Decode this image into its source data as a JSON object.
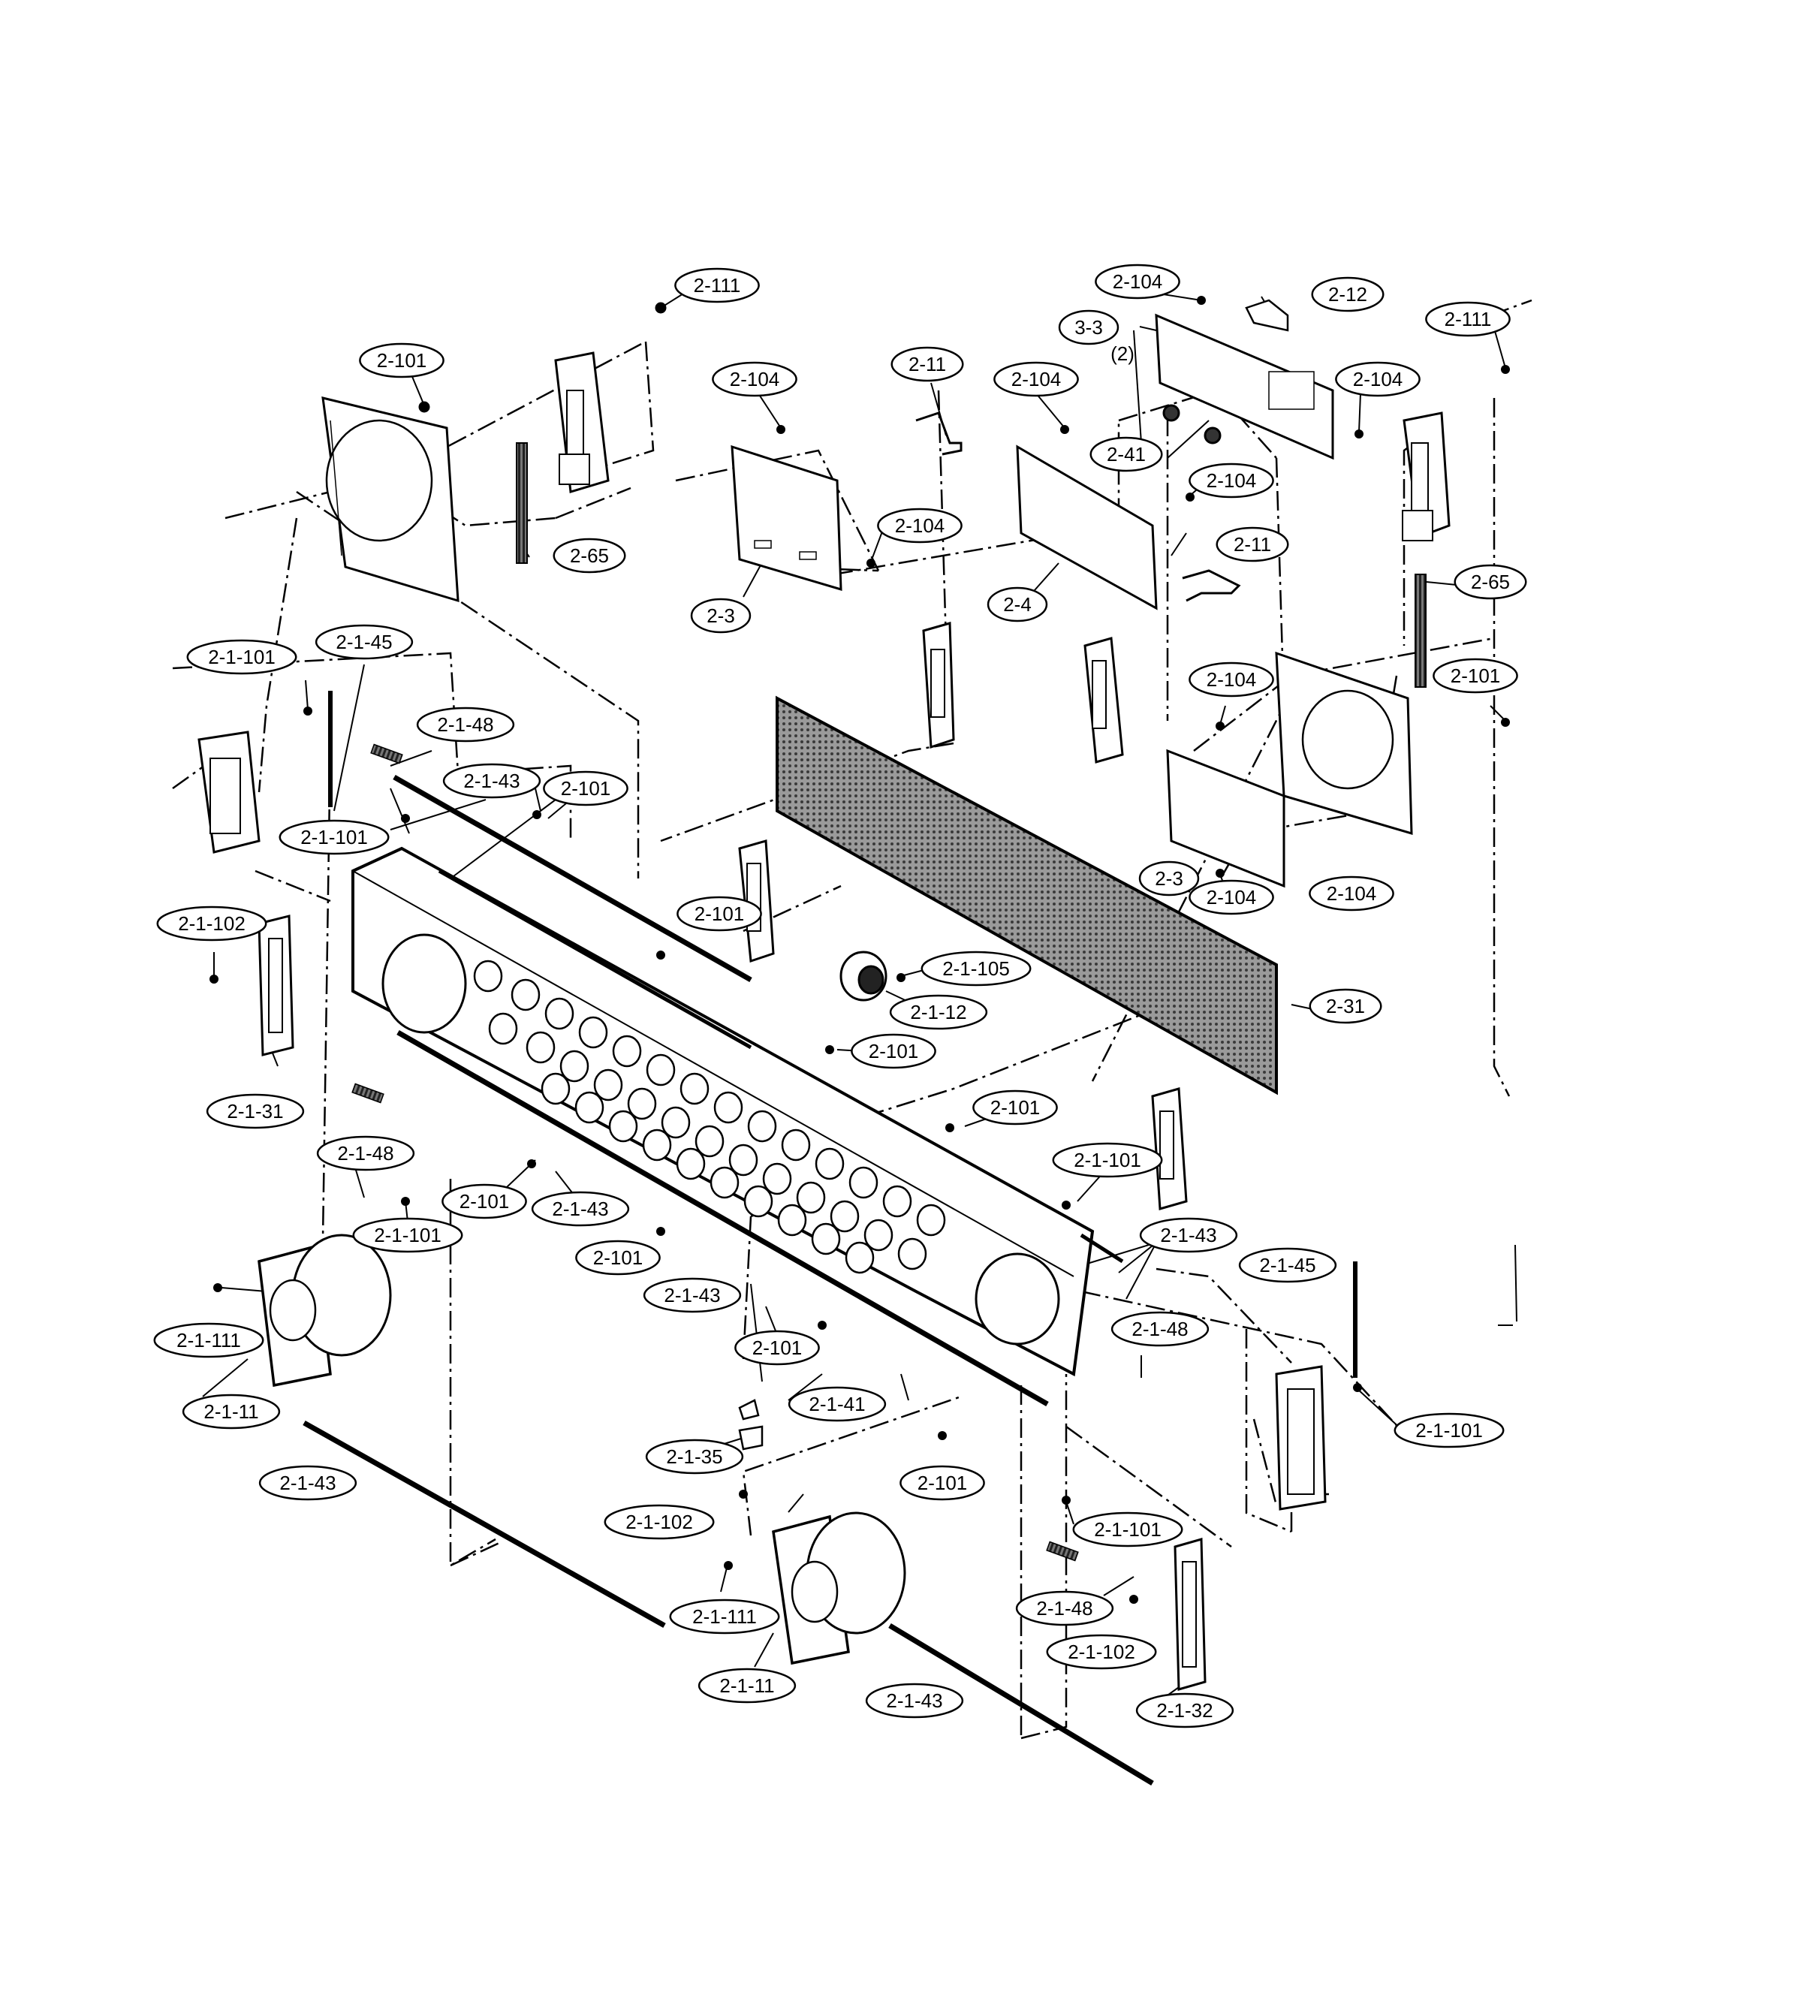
{
  "diagram": {
    "callouts": [
      {
        "id": "c1",
        "label": "2-111"
      },
      {
        "id": "c2",
        "label": "2-101"
      },
      {
        "id": "c3",
        "label": "2-65"
      },
      {
        "id": "c4",
        "label": "2-104"
      },
      {
        "id": "c5",
        "label": "2-104"
      },
      {
        "id": "c6",
        "label": "2-3"
      },
      {
        "id": "c7",
        "label": "2-11"
      },
      {
        "id": "c8",
        "label": "2-104"
      },
      {
        "id": "c9",
        "label": "2-4"
      },
      {
        "id": "c10",
        "label": "2-104"
      },
      {
        "id": "c11",
        "label": "2-12"
      },
      {
        "id": "c12",
        "label": "3-3"
      },
      {
        "id": "c13",
        "label": "2-104"
      },
      {
        "id": "c14",
        "label": "2-41"
      },
      {
        "id": "c15",
        "label": "2-104"
      },
      {
        "id": "c16",
        "label": "2-11"
      },
      {
        "id": "c17",
        "label": "2-104"
      },
      {
        "id": "c18",
        "label": "2-111"
      },
      {
        "id": "c19",
        "label": "2-65"
      },
      {
        "id": "c20",
        "label": "2-101"
      },
      {
        "id": "c21",
        "label": "2-104"
      },
      {
        "id": "c22",
        "label": "2-3"
      },
      {
        "id": "c23",
        "label": "2-104"
      },
      {
        "id": "c24",
        "label": "2-31"
      },
      {
        "id": "c25",
        "label": "2-1-101"
      },
      {
        "id": "c26",
        "label": "2-1-45"
      },
      {
        "id": "c27",
        "label": "2-1-48"
      },
      {
        "id": "c28",
        "label": "2-1-43"
      },
      {
        "id": "c29",
        "label": "2-101"
      },
      {
        "id": "c30",
        "label": "2-1-101"
      },
      {
        "id": "c31",
        "label": "2-1-102"
      },
      {
        "id": "c32",
        "label": "2-101"
      },
      {
        "id": "c33",
        "label": "2-1-105"
      },
      {
        "id": "c34",
        "label": "2-1-12"
      },
      {
        "id": "c35",
        "label": "2-101"
      },
      {
        "id": "c36",
        "label": "2-1-31"
      },
      {
        "id": "c37",
        "label": "2-1-48"
      },
      {
        "id": "c38",
        "label": "2-101"
      },
      {
        "id": "c39",
        "label": "2-101"
      },
      {
        "id": "c40",
        "label": "2-1-43"
      },
      {
        "id": "c41",
        "label": "2-1-101"
      },
      {
        "id": "c42",
        "label": "2-1-101"
      },
      {
        "id": "c43",
        "label": "2-1-43"
      },
      {
        "id": "c44",
        "label": "2-101"
      },
      {
        "id": "c45",
        "label": "2-1-43"
      },
      {
        "id": "c46",
        "label": "2-1-45"
      },
      {
        "id": "c47",
        "label": "2-1-48"
      },
      {
        "id": "c48",
        "label": "2-1-111"
      },
      {
        "id": "c49",
        "label": "2-1-11"
      },
      {
        "id": "c50",
        "label": "2-101"
      },
      {
        "id": "c51",
        "label": "2-1-41"
      },
      {
        "id": "c52",
        "label": "2-1-35"
      },
      {
        "id": "c53",
        "label": "2-1-101"
      },
      {
        "id": "c54",
        "label": "2-1-43"
      },
      {
        "id": "c55",
        "label": "2-101"
      },
      {
        "id": "c56",
        "label": "2-1-102"
      },
      {
        "id": "c57",
        "label": "2-1-101"
      },
      {
        "id": "c58",
        "label": "2-1-111"
      },
      {
        "id": "c59",
        "label": "2-1-48"
      },
      {
        "id": "c60",
        "label": "2-1-102"
      },
      {
        "id": "c61",
        "label": "2-1-11"
      },
      {
        "id": "c62",
        "label": "2-1-43"
      },
      {
        "id": "c63",
        "label": "2-1-32"
      }
    ],
    "quantity_note": "(2)"
  }
}
